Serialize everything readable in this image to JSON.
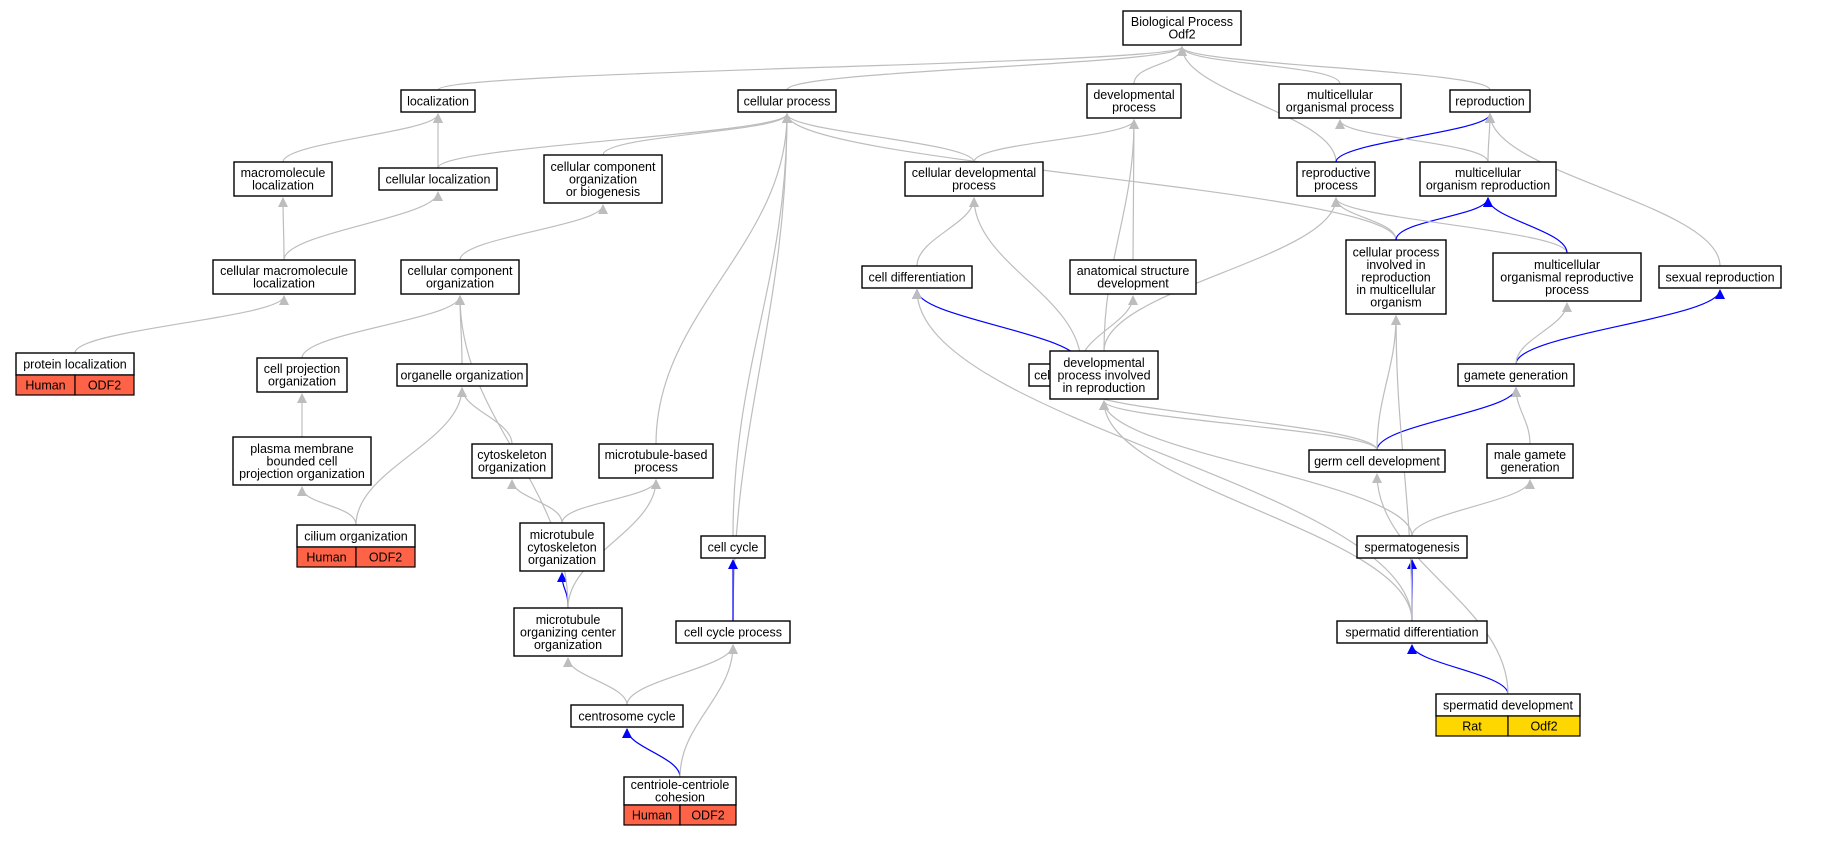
{
  "colors": {
    "edge_default": "#bdbdbd",
    "edge_highlight": "#0000ff",
    "tag_human": "#ff6347",
    "tag_rat": "#ffd700"
  },
  "nodes": [
    {
      "id": "bp",
      "lines": [
        "Biological Process",
        "Odf2"
      ]
    },
    {
      "id": "localization",
      "lines": [
        "localization"
      ]
    },
    {
      "id": "cellular_process",
      "lines": [
        "cellular process"
      ]
    },
    {
      "id": "developmental_process",
      "lines": [
        "developmental",
        "process"
      ]
    },
    {
      "id": "multicellular_organismal_process",
      "lines": [
        "multicellular",
        "organismal process"
      ]
    },
    {
      "id": "reproduction",
      "lines": [
        "reproduction"
      ]
    },
    {
      "id": "macromolecule_localization",
      "lines": [
        "macromolecule",
        "localization"
      ]
    },
    {
      "id": "cellular_localization",
      "lines": [
        "cellular localization"
      ]
    },
    {
      "id": "ccob",
      "lines": [
        "cellular component",
        "organization",
        "or biogenesis"
      ]
    },
    {
      "id": "cellular_developmental_process",
      "lines": [
        "cellular developmental",
        "process"
      ]
    },
    {
      "id": "reproductive_process",
      "lines": [
        "reproductive",
        "process"
      ]
    },
    {
      "id": "multicellular_organism_reproduction",
      "lines": [
        "multicellular",
        "organism reproduction"
      ]
    },
    {
      "id": "cellular_macromolecule_localization",
      "lines": [
        "cellular macromolecule",
        "localization"
      ]
    },
    {
      "id": "cellular_component_organization",
      "lines": [
        "cellular component",
        "organization"
      ]
    },
    {
      "id": "cell_differentiation",
      "lines": [
        "cell differentiation"
      ]
    },
    {
      "id": "anatomical_structure_development",
      "lines": [
        "anatomical structure",
        "development"
      ]
    },
    {
      "id": "cpirmo",
      "lines": [
        "cellular process",
        "involved in",
        "reproduction",
        "in multicellular",
        "organism"
      ]
    },
    {
      "id": "morp",
      "lines": [
        "multicellular",
        "organismal reproductive",
        "process"
      ]
    },
    {
      "id": "sexual_reproduction",
      "lines": [
        "sexual reproduction"
      ]
    },
    {
      "id": "protein_localization",
      "lines": [
        "protein localization"
      ],
      "tags": [
        "Human",
        "ODF2"
      ],
      "tag_color": "human"
    },
    {
      "id": "cell_projection_organization",
      "lines": [
        "cell projection",
        "organization"
      ]
    },
    {
      "id": "organelle_organization",
      "lines": [
        "organelle organization"
      ]
    },
    {
      "id": "cell_development",
      "lines": [
        "cell development"
      ]
    },
    {
      "id": "dpir",
      "lines": [
        "developmental",
        "process involved",
        "in reproduction"
      ]
    },
    {
      "id": "gamete_generation",
      "lines": [
        "gamete generation"
      ]
    },
    {
      "id": "pmbcpo",
      "lines": [
        "plasma membrane",
        "bounded cell",
        "projection organization"
      ]
    },
    {
      "id": "cytoskeleton_organization",
      "lines": [
        "cytoskeleton",
        "organization"
      ]
    },
    {
      "id": "microtubule_based_process",
      "lines": [
        "microtubule-based",
        "process"
      ]
    },
    {
      "id": "germ_cell_development",
      "lines": [
        "germ cell development"
      ]
    },
    {
      "id": "male_gamete_generation",
      "lines": [
        "male gamete",
        "generation"
      ]
    },
    {
      "id": "cilium_organization",
      "lines": [
        "cilium organization"
      ],
      "tags": [
        "Human",
        "ODF2"
      ],
      "tag_color": "human"
    },
    {
      "id": "microtubule_cytoskeleton_organization",
      "lines": [
        "microtubule",
        "cytoskeleton",
        "organization"
      ]
    },
    {
      "id": "cell_cycle",
      "lines": [
        "cell cycle"
      ]
    },
    {
      "id": "spermatogenesis",
      "lines": [
        "spermatogenesis"
      ]
    },
    {
      "id": "mtoc_organization",
      "lines": [
        "microtubule",
        "organizing center",
        "organization"
      ]
    },
    {
      "id": "cell_cycle_process",
      "lines": [
        "cell cycle process"
      ]
    },
    {
      "id": "spermatid_differentiation",
      "lines": [
        "spermatid differentiation"
      ]
    },
    {
      "id": "centrosome_cycle",
      "lines": [
        "centrosome cycle"
      ]
    },
    {
      "id": "spermatid_development",
      "lines": [
        "spermatid development"
      ],
      "tags": [
        "Rat",
        "Odf2"
      ],
      "tag_color": "rat"
    },
    {
      "id": "centriole_centriole_cohesion",
      "lines": [
        "centriole-centriole",
        "cohesion"
      ],
      "tags": [
        "Human",
        "ODF2"
      ],
      "tag_color": "human"
    }
  ],
  "edges": [
    {
      "from": "localization",
      "to": "bp",
      "highlight": false
    },
    {
      "from": "cellular_process",
      "to": "bp",
      "highlight": false
    },
    {
      "from": "developmental_process",
      "to": "bp",
      "highlight": false
    },
    {
      "from": "multicellular_organismal_process",
      "to": "bp",
      "highlight": false
    },
    {
      "from": "reproduction",
      "to": "bp",
      "highlight": false
    },
    {
      "from": "reproductive_process",
      "to": "bp",
      "highlight": false
    },
    {
      "from": "macromolecule_localization",
      "to": "localization",
      "highlight": false
    },
    {
      "from": "cellular_localization",
      "to": "localization",
      "highlight": false
    },
    {
      "from": "cellular_localization",
      "to": "cellular_process",
      "highlight": false
    },
    {
      "from": "ccob",
      "to": "cellular_process",
      "highlight": false
    },
    {
      "from": "cellular_developmental_process",
      "to": "cellular_process",
      "highlight": false
    },
    {
      "from": "cellular_developmental_process",
      "to": "developmental_process",
      "highlight": false
    },
    {
      "from": "cpirmo",
      "to": "cellular_process",
      "highlight": false
    },
    {
      "from": "microtubule_based_process",
      "to": "cellular_process",
      "highlight": false
    },
    {
      "from": "cell_cycle",
      "to": "cellular_process",
      "highlight": false
    },
    {
      "from": "cell_cycle_process",
      "to": "cellular_process",
      "highlight": false
    },
    {
      "from": "reproductive_process",
      "to": "reproduction",
      "highlight": true
    },
    {
      "from": "multicellular_organism_reproduction",
      "to": "reproduction",
      "highlight": false
    },
    {
      "from": "multicellular_organism_reproduction",
      "to": "multicellular_organismal_process",
      "highlight": false
    },
    {
      "from": "sexual_reproduction",
      "to": "reproduction",
      "highlight": false
    },
    {
      "from": "cellular_macromolecule_localization",
      "to": "macromolecule_localization",
      "highlight": false
    },
    {
      "from": "cellular_macromolecule_localization",
      "to": "cellular_localization",
      "highlight": false
    },
    {
      "from": "cellular_component_organization",
      "to": "ccob",
      "highlight": false
    },
    {
      "from": "cell_differentiation",
      "to": "cellular_developmental_process",
      "highlight": false
    },
    {
      "from": "cell_development",
      "to": "cellular_developmental_process",
      "highlight": false
    },
    {
      "from": "cell_development",
      "to": "cell_differentiation",
      "highlight": true
    },
    {
      "from": "cell_development",
      "to": "anatomical_structure_development",
      "highlight": false
    },
    {
      "from": "anatomical_structure_development",
      "to": "developmental_process",
      "highlight": false
    },
    {
      "from": "dpir",
      "to": "developmental_process",
      "highlight": false
    },
    {
      "from": "dpir",
      "to": "reproductive_process",
      "highlight": false
    },
    {
      "from": "cpirmo",
      "to": "reproductive_process",
      "highlight": false
    },
    {
      "from": "cpirmo",
      "to": "multicellular_organism_reproduction",
      "highlight": true
    },
    {
      "from": "morp",
      "to": "reproductive_process",
      "highlight": false
    },
    {
      "from": "morp",
      "to": "multicellular_organism_reproduction",
      "highlight": true
    },
    {
      "from": "protein_localization",
      "to": "cellular_macromolecule_localization",
      "highlight": false
    },
    {
      "from": "cell_projection_organization",
      "to": "cellular_component_organization",
      "highlight": false
    },
    {
      "from": "organelle_organization",
      "to": "cellular_component_organization",
      "highlight": false
    },
    {
      "from": "pmbcpo",
      "to": "cell_projection_organization",
      "highlight": false
    },
    {
      "from": "cilium_organization",
      "to": "pmbcpo",
      "highlight": false
    },
    {
      "from": "cilium_organization",
      "to": "organelle_organization",
      "highlight": false
    },
    {
      "from": "cytoskeleton_organization",
      "to": "organelle_organization",
      "highlight": false
    },
    {
      "from": "microtubule_cytoskeleton_organization",
      "to": "cytoskeleton_organization",
      "highlight": false
    },
    {
      "from": "microtubule_cytoskeleton_organization",
      "to": "microtubule_based_process",
      "highlight": false
    },
    {
      "from": "mtoc_organization",
      "to": "microtubule_cytoskeleton_organization",
      "highlight": true
    },
    {
      "from": "mtoc_organization",
      "to": "microtubule_based_process",
      "highlight": false
    },
    {
      "from": "mtoc_organization",
      "to": "cellular_component_organization",
      "highlight": false
    },
    {
      "from": "cell_cycle_process",
      "to": "cell_cycle",
      "highlight": true
    },
    {
      "from": "centrosome_cycle",
      "to": "mtoc_organization",
      "highlight": false
    },
    {
      "from": "centrosome_cycle",
      "to": "cell_cycle_process",
      "highlight": false
    },
    {
      "from": "centriole_centriole_cohesion",
      "to": "centrosome_cycle",
      "highlight": true
    },
    {
      "from": "centriole_centriole_cohesion",
      "to": "cell_cycle_process",
      "highlight": false
    },
    {
      "from": "gamete_generation",
      "to": "sexual_reproduction",
      "highlight": true
    },
    {
      "from": "gamete_generation",
      "to": "morp",
      "highlight": false
    },
    {
      "from": "germ_cell_development",
      "to": "gamete_generation",
      "highlight": true
    },
    {
      "from": "germ_cell_development",
      "to": "cell_development",
      "highlight": false
    },
    {
      "from": "germ_cell_development",
      "to": "dpir",
      "highlight": false
    },
    {
      "from": "germ_cell_development",
      "to": "cpirmo",
      "highlight": false
    },
    {
      "from": "male_gamete_generation",
      "to": "gamete_generation",
      "highlight": false
    },
    {
      "from": "spermatogenesis",
      "to": "male_gamete_generation",
      "highlight": false
    },
    {
      "from": "spermatogenesis",
      "to": "dpir",
      "highlight": false
    },
    {
      "from": "spermatid_differentiation",
      "to": "spermatogenesis",
      "highlight": true
    },
    {
      "from": "spermatid_differentiation",
      "to": "cell_differentiation",
      "highlight": false
    },
    {
      "from": "spermatid_differentiation",
      "to": "dpir",
      "highlight": false
    },
    {
      "from": "spermatid_differentiation",
      "to": "cpirmo",
      "highlight": false
    },
    {
      "from": "spermatid_development",
      "to": "spermatid_differentiation",
      "highlight": true
    },
    {
      "from": "spermatid_development",
      "to": "germ_cell_development",
      "highlight": false
    }
  ]
}
